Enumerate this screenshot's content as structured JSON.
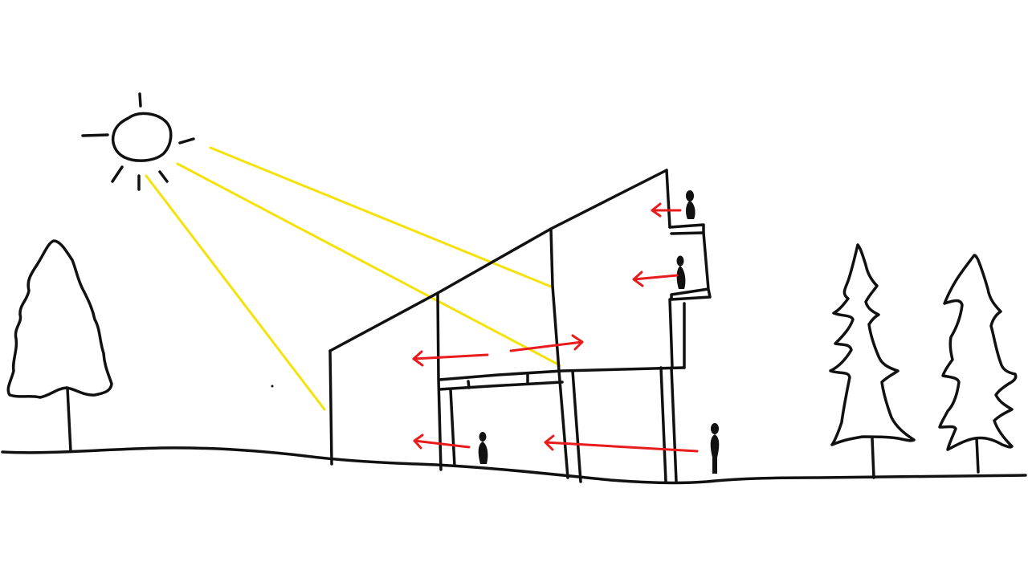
{
  "colors": {
    "background": "#ffffff",
    "ink": "#111111",
    "sun_rays": "#f5e20a",
    "view_arrows": "#e81c1c",
    "people": "#111111"
  },
  "scene": {
    "elements": [
      "sun-icon",
      "sun-rays",
      "building",
      "people",
      "view-arrows",
      "trees",
      "ground-line"
    ],
    "sun_ray_count": 3,
    "view_arrow_count": 6,
    "person_count": 4,
    "tree_count": 3
  }
}
